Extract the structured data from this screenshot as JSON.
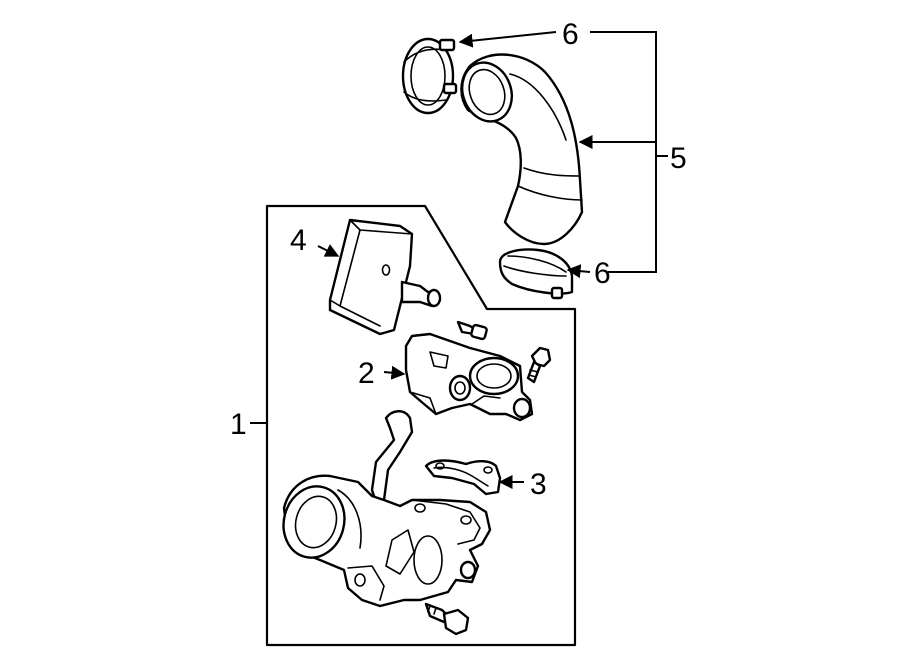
{
  "callouts": {
    "c1": "1",
    "c2": "2",
    "c3": "3",
    "c4": "4",
    "c5": "5",
    "c6_top": "6",
    "c6_bottom": "6"
  },
  "parts": {
    "p1": "throttle-body-assembly-group",
    "p2": "throttle-body",
    "p3": "gasket",
    "p4": "throttle-control-module",
    "p5": "air-intake-hose",
    "p6": "hose-clamp"
  }
}
